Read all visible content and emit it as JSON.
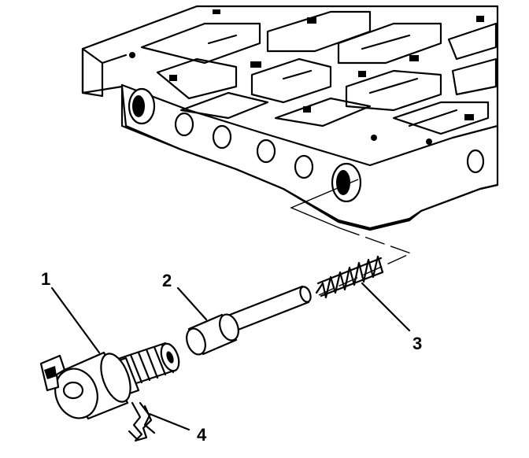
{
  "figure": {
    "parts": [
      {
        "id": "part-1",
        "number": "1",
        "depiction": "solenoid"
      },
      {
        "id": "part-2",
        "number": "2",
        "depiction": "valve"
      },
      {
        "id": "part-3",
        "number": "3",
        "depiction": "spring"
      },
      {
        "id": "part-4",
        "number": "4",
        "depiction": "retaining clip"
      }
    ]
  }
}
